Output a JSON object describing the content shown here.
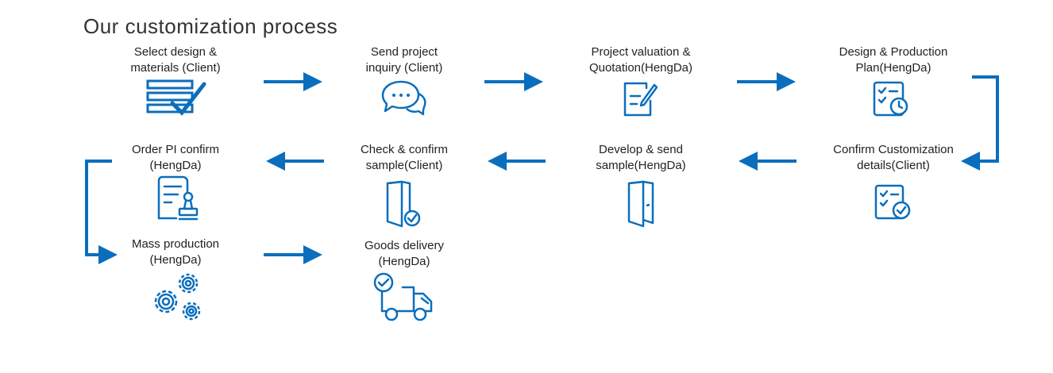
{
  "title": "Our customization process",
  "steps": [
    {
      "line1": "Select design &",
      "line2": "materials (Client)",
      "icon": "design-checklist-icon"
    },
    {
      "line1": "Send project",
      "line2": "inquiry (Client)",
      "icon": "chat-bubbles-icon"
    },
    {
      "line1": "Project valuation &",
      "line2": "Quotation(HengDa)",
      "icon": "edit-document-icon"
    },
    {
      "line1": "Design & Production",
      "line2": "Plan(HengDa)",
      "icon": "checklist-clock-icon"
    },
    {
      "line1": "Confirm Customization",
      "line2": "details(Client)",
      "icon": "checklist-approved-icon"
    },
    {
      "line1": "Develop & send",
      "line2": "sample(HengDa)",
      "icon": "door-sample-icon"
    },
    {
      "line1": "Check & confirm",
      "line2": "sample(Client)",
      "icon": "door-sample-check-icon"
    },
    {
      "line1": "Order PI confirm",
      "line2": "(HengDa)",
      "icon": "document-stamp-icon"
    },
    {
      "line1": "Mass production",
      "line2": "(HengDa)",
      "icon": "gears-icon"
    },
    {
      "line1": "Goods delivery",
      "line2": "(HengDa)",
      "icon": "delivery-truck-icon"
    }
  ],
  "colors": {
    "accent": "#0a6ebd",
    "text": "#222222"
  }
}
